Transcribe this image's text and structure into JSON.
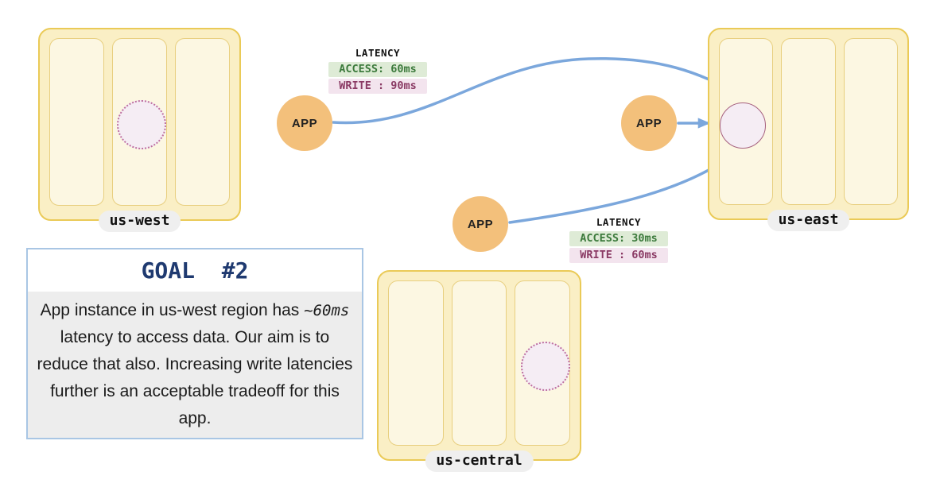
{
  "regions": [
    {
      "label": "us-west",
      "replica": "dotted-outline"
    },
    {
      "label": "us-east",
      "replica": "solid"
    },
    {
      "label": "us-central",
      "replica": "dotted-outline"
    }
  ],
  "apps": [
    {
      "label": "APP"
    },
    {
      "label": "APP"
    },
    {
      "label": "APP"
    }
  ],
  "latency_labels": [
    {
      "title": "LATENCY",
      "access": "ACCESS: 60ms",
      "write": "WRITE : 90ms"
    },
    {
      "title": "LATENCY",
      "access": "ACCESS: 30ms",
      "write": "WRITE : 60ms"
    }
  ],
  "goal": {
    "title": "GOAL  #2",
    "text_before": "App instance in us-west region has ",
    "text_mono": "~60ms",
    "text_after": " latency to access data. Our aim is to reduce that also. Increasing write latencies further is an acceptable tradeoff for this app."
  },
  "colors": {
    "region_fill": "#FAEFC5",
    "region_border": "#EACA57",
    "column_fill": "#FCF7E2",
    "column_border": "#E8CF7F",
    "app_fill": "#F3C07B",
    "arrow": "#7BA7DC",
    "replica_fill": "#F5EDF4",
    "replica_border": "#A6617F",
    "replica_dotted_border": "#BE6FA0",
    "access_text": "#3C7A3C",
    "access_bg": "#DEEBD6",
    "write_text": "#8A3A64",
    "write_bg": "#F3E4EE",
    "goal_title": "#1F3A70",
    "goal_border": "#A9C6E4",
    "goal_body_bg": "#EDEDED",
    "pill_bg": "#EFEFEF"
  }
}
